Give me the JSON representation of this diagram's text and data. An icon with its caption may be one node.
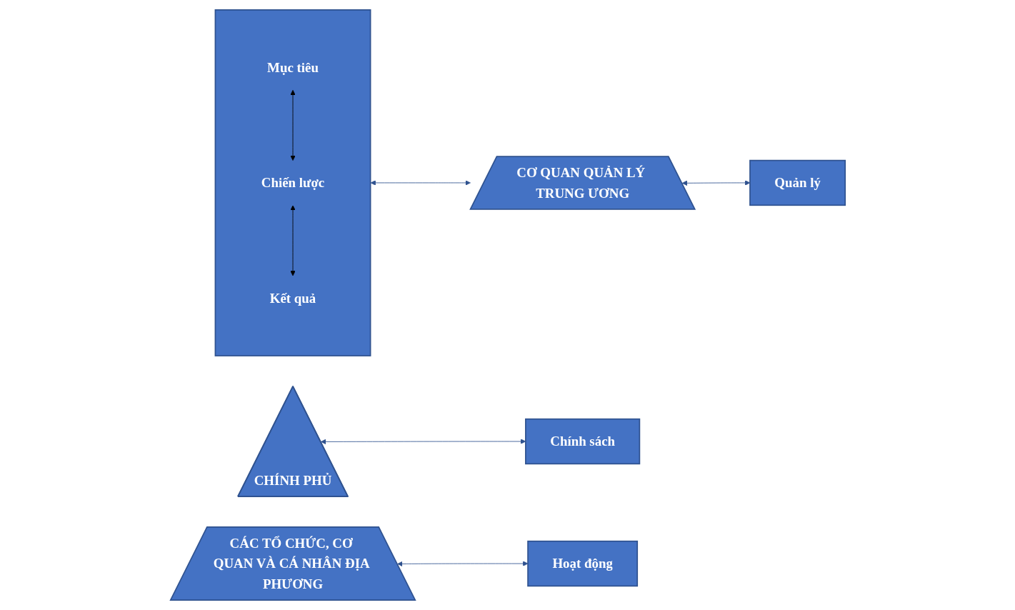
{
  "diagram": {
    "nodes": [
      {
        "text": [],
        "shape": "box"
      },
      {
        "text": [
          "Mục tiêu"
        ],
        "in": 0
      },
      {
        "text": [
          "Chiến lược"
        ],
        "in": 0
      },
      {
        "text": [
          "Kết quả"
        ],
        "in": 0
      },
      {
        "text": [
          "CHÍNH PHỦ"
        ]
      },
      {
        "text": [
          "CƠ QUAN QUẢN LÝ TRUNG ƯƠNG"
        ]
      },
      {
        "text": [
          "CÁC TỔ CHỨC, CƠ QUAN VÀ CÁ NHÂN ĐỊA PHƯƠNG"
        ]
      },
      {
        "text": [
          "Chính sách"
        ]
      },
      {
        "text": [
          "Quản lý"
        ]
      },
      {
        "text": [
          "Hoạt động"
        ]
      }
    ],
    "edges": [
      {
        "from": 1,
        "to": 2,
        "arrow": "both",
        "color": "#000000"
      },
      {
        "from": 2,
        "to": 3,
        "arrow": "both",
        "color": "#000000"
      },
      {
        "from": 0,
        "to": 5,
        "arrow": "both"
      },
      {
        "from": 4,
        "to": 7,
        "arrow": "both"
      },
      {
        "from": 5,
        "to": 8,
        "arrow": "both"
      },
      {
        "from": 6,
        "to": 9,
        "arrow": "both"
      }
    ]
  }
}
